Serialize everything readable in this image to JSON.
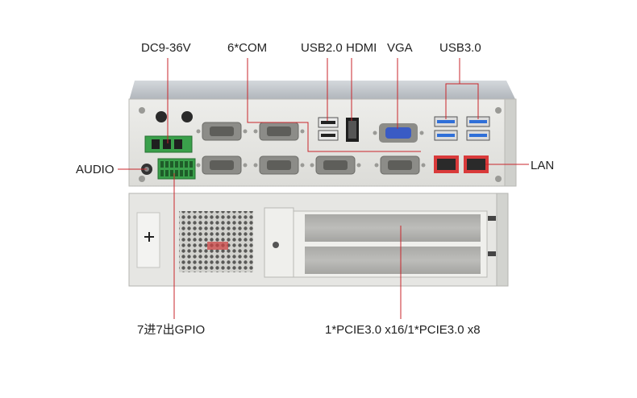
{
  "labels": {
    "dc_power": "DC9-36V",
    "com": "6*COM",
    "usb2": "USB2.0",
    "hdmi": "HDMI",
    "vga": "VGA",
    "usb3": "USB3.0",
    "audio": "AUDIO",
    "lan": "LAN",
    "gpio": "7进7出GPIO",
    "pcie": "1*PCIE3.0 x16/1*PCIE3.0 x8"
  },
  "colors": {
    "callout_line": "#c9262b",
    "chassis": "#e6e6e3",
    "top_lid": "#c3c7cc",
    "terminal_green": "#3aa04b",
    "usb3_blue": "#2f6fd8",
    "vga_blue": "#3a5bc4",
    "lan_red": "#d93a3a"
  }
}
